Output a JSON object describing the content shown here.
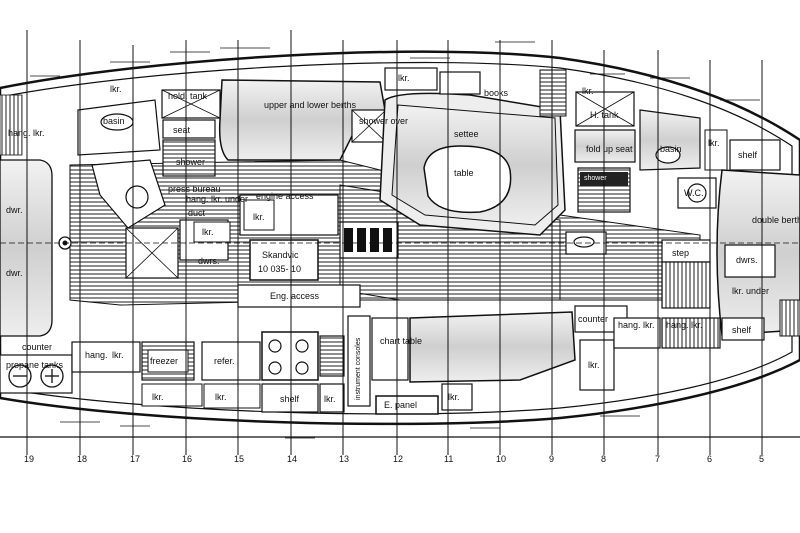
{
  "labels": {
    "lkr": "lkr.",
    "books": "books",
    "hold_tank_aft": "hold. tank",
    "basin": "basin",
    "hang_lkr": "hang. lkr.",
    "upper_lower_berths": "upper and lower berths",
    "shower_over": "shower over",
    "settee": "settee",
    "table": "table",
    "h_tank": "H. tank",
    "fold_up_seat": "fold up seat",
    "seat": "seat",
    "shower": "shower",
    "press_bureau": "press bureau",
    "hang_lkr_under": "hang. lkr. under",
    "duct": "duct",
    "engine_access": "engine access",
    "dwr": "dwr.",
    "dwrs": "dwrs.",
    "wc": "W.C.",
    "shelf": "shelf",
    "double_berth": "double berth",
    "step": "step",
    "lkr_under": "lkr. under",
    "skandvic": "Skandvic",
    "skandvic_model": "10 035- 10",
    "eng_access": "Eng. access",
    "counter": "counter",
    "propane_tanks": "propane tanks",
    "freezer": "freezer",
    "refer": "refer.",
    "chart_table": "chart table",
    "instrument_consoles": "instrument consoles",
    "e_panel": "E. panel",
    "hang": "hang.",
    "shower_small": "shower"
  },
  "station_numbers": [
    "19",
    "18",
    "17",
    "16",
    "15",
    "14",
    "13",
    "12",
    "11",
    "10",
    "9",
    "8",
    "7",
    "6",
    "5"
  ],
  "colors": {
    "ink": "#111111",
    "paper": "#ffffff",
    "hatch": "#555555",
    "tint": "#dddddd",
    "dark_panel": "#222222"
  }
}
